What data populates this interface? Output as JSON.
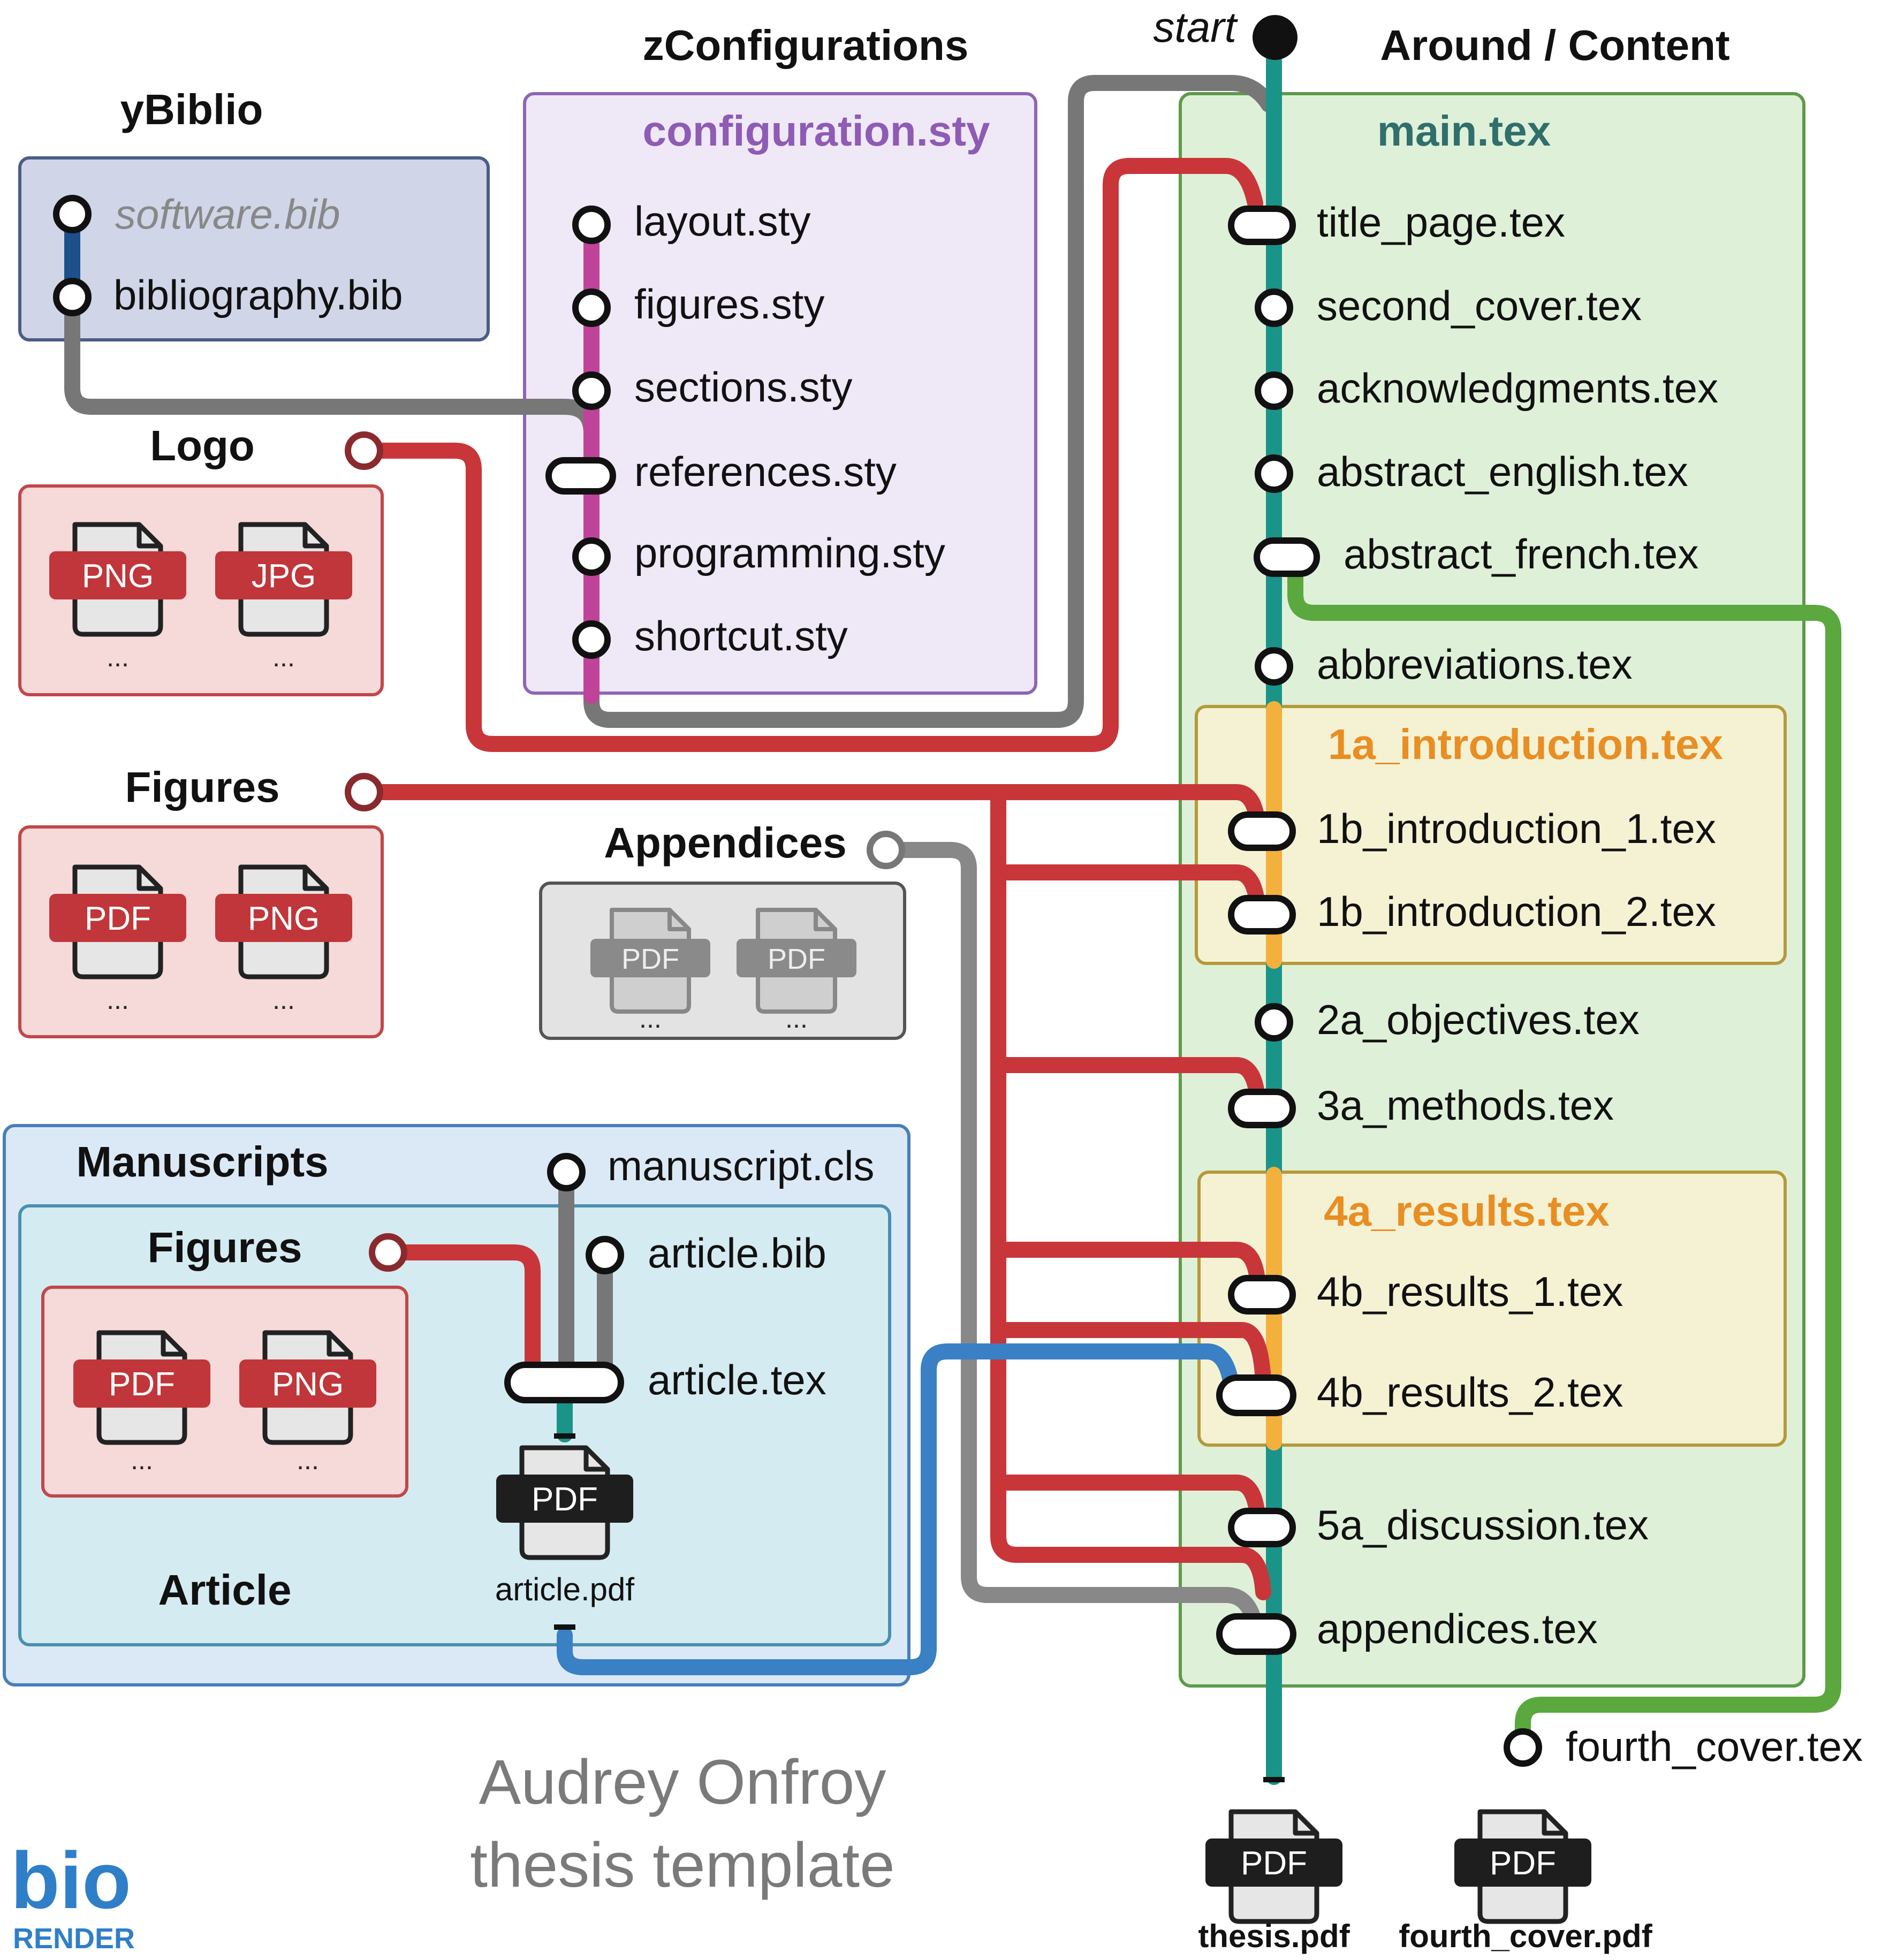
{
  "top": {
    "start_label": "start",
    "around_title": "Around / Content",
    "zconfig_title": "zConfigurations",
    "ybiblio_title": "yBiblio"
  },
  "ybiblio": {
    "software": "software.bib",
    "bibliography": "bibliography.bib"
  },
  "config": {
    "header": "configuration.sty",
    "files": [
      "layout.sty",
      "figures.sty",
      "sections.sty",
      "references.sty",
      "programming.sty",
      "shortcut.sty"
    ]
  },
  "logo": {
    "title": "Logo",
    "badges": [
      "PNG",
      "JPG"
    ],
    "dots": "..."
  },
  "figures": {
    "title": "Figures",
    "badges": [
      "PDF",
      "PNG"
    ],
    "dots": "..."
  },
  "appendices": {
    "title": "Appendices",
    "badges": [
      "PDF",
      "PDF"
    ],
    "dots": "..."
  },
  "manuscripts": {
    "title": "Manuscripts",
    "cls": "manuscript.cls",
    "figures_title": "Figures",
    "figures_badges": [
      "PDF",
      "PNG"
    ],
    "dots": "...",
    "bib": "article.bib",
    "tex": "article.tex",
    "pdf_badge": "PDF",
    "pdf_name": "article.pdf",
    "article_label": "Article"
  },
  "main": {
    "header": "main.tex",
    "files": [
      "title_page.tex",
      "second_cover.tex",
      "acknowledgments.tex",
      "abstract_english.tex",
      "abstract_french.tex",
      "abbreviations.tex",
      "2a_objectives.tex",
      "3a_methods.tex",
      "5a_discussion.tex",
      "appendices.tex"
    ],
    "intro_header": "1a_introduction.tex",
    "intro_files": [
      "1b_introduction_1.tex",
      "1b_introduction_2.tex"
    ],
    "results_header": "4a_results.tex",
    "results_files": [
      "4b_results_1.tex",
      "4b_results_2.tex"
    ]
  },
  "outputs": {
    "fourth_cover": "fourth_cover.tex",
    "thesis_pdf": "thesis.pdf",
    "fourth_pdf": "fourth_cover.pdf",
    "badge": "PDF"
  },
  "footer": {
    "line1": "Audrey Onfroy",
    "line2": "thesis template",
    "logo_top": "bio",
    "logo_bottom": "RENDER"
  },
  "colors": {
    "teal": "#1a9488",
    "red": "#c8363a",
    "gray": "#777777",
    "green": "#5aa83e",
    "blue": "#3a80c4",
    "magenta": "#c0439a",
    "orange": "#f3b03c",
    "navy": "#1d4f8a"
  }
}
